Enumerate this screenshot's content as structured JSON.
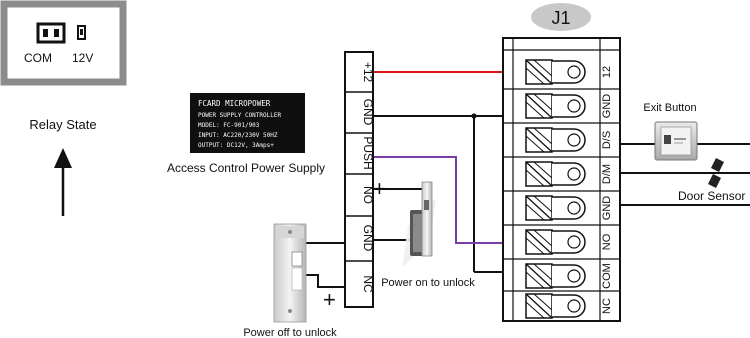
{
  "relay_state": {
    "left_label": "COM",
    "right_label": "12V",
    "caption": "Relay State"
  },
  "power_supply": {
    "plate_lines": [
      "FCARD MICROPOWER",
      "POWER  SUPPLY CONTROLLER",
      "MODEL: FC-901/903",
      "INPUT: AC220/230V  50HZ",
      "OUTPUT: DC12V, 3Amps+"
    ],
    "caption": "Access Control Power Supply",
    "terminals": [
      "+12",
      "GND",
      "PUSH",
      "NO",
      "GND",
      "NC"
    ]
  },
  "controller": {
    "badge": "J1",
    "terminals": [
      "12",
      "GND",
      "D/S",
      "D/M",
      "GND",
      "NO",
      "COM",
      "NC"
    ]
  },
  "devices": {
    "exit_button": "Exit Button",
    "door_sensor": "Door Sensor",
    "lock_power_on": "Power on to unlock",
    "lock_power_off": "Power off to unlock",
    "plus_sign": "+"
  },
  "colors": {
    "wire_red": "#e0141c",
    "wire_purple": "#7a3fa6",
    "wire_black": "#111111",
    "relay_panel_border": "#8c8c8c",
    "badge_fill": "#c8c8c8"
  }
}
